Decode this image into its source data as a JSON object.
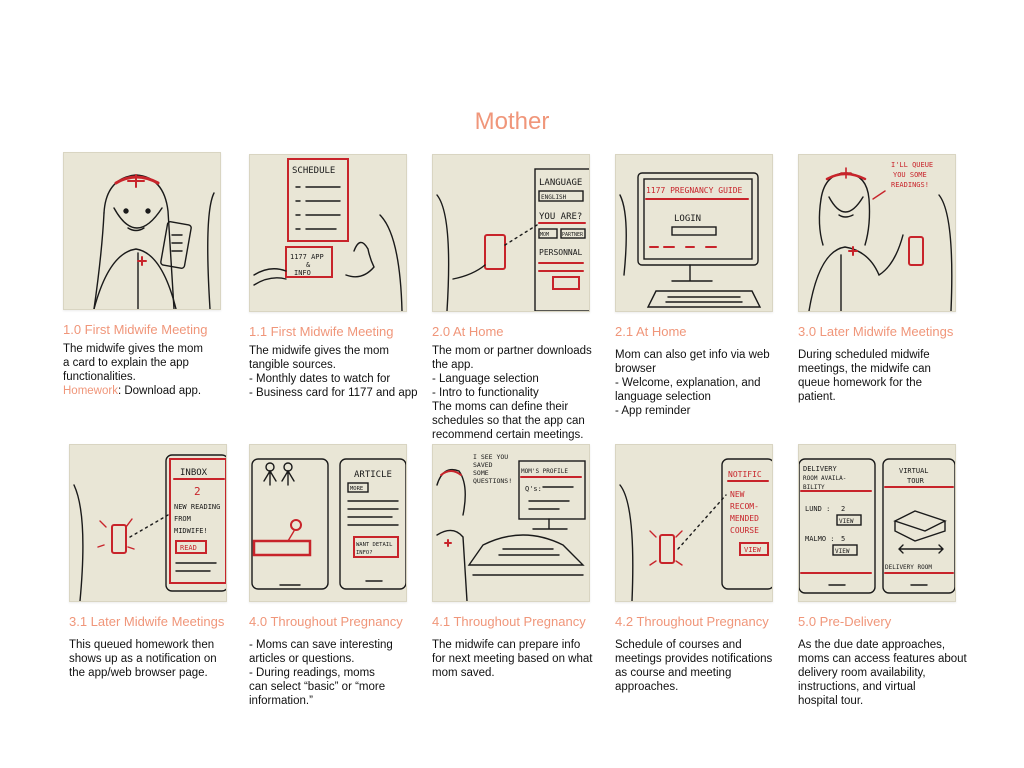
{
  "page": {
    "title": "Mother"
  },
  "panels": [
    {
      "heading": "1.0 First Midwife Meeting",
      "lines": [
        "The midwife gives the mom",
        "a card to explain the app",
        "functionalities."
      ],
      "homework_label": "Homework",
      "homework_text": ": Download app."
    },
    {
      "heading": "1.1 First Midwife Meeting",
      "lines": [
        "The midwife gives the mom",
        "tangible sources.",
        "- Monthly dates to watch for",
        "- Business card for 1177 and app"
      ]
    },
    {
      "heading": "2.0 At Home",
      "lines": [
        "The mom or partner downloads",
        "the app.",
        "- Language selection",
        "- Intro to functionality",
        "The moms can define their",
        "schedules so that the app can",
        "recommend certain meetings."
      ]
    },
    {
      "heading": "2.1 At Home",
      "lines": [
        "Mom can also get info via web",
        "browser",
        "- Welcome, explanation, and",
        "language selection",
        "- App reminder"
      ]
    },
    {
      "heading": "3.0 Later Midwife Meetings",
      "lines": [
        "During scheduled midwife",
        "meetings, the midwife can",
        "queue homework for the",
        "patient."
      ]
    },
    {
      "heading": "3.1 Later Midwife Meetings",
      "lines": [
        "This queued homework then",
        "shows up as a notification on",
        "the app/web browser page."
      ]
    },
    {
      "heading": "4.0 Throughout Pregnancy",
      "lines": [
        "- Moms can save interesting",
        "articles or questions.",
        "- During readings, moms",
        "can select “basic” or “more",
        "information.”"
      ]
    },
    {
      "heading": "4.1 Throughout Pregnancy",
      "lines": [
        "The midwife can prepare info",
        "for next meeting based on what",
        "mom saved."
      ]
    },
    {
      "heading": "4.2 Throughout Pregnancy",
      "lines": [
        "Schedule of courses and",
        "meetings provides notifications",
        "as course and meeting",
        "approaches."
      ]
    },
    {
      "heading": "5.0 Pre-Delivery",
      "lines": [
        "As the due date approaches,",
        "moms can access features about",
        "delivery room availability,",
        "instructions, and virtual",
        "hospital tour."
      ]
    }
  ],
  "sketch_text": {
    "s2_schedule": "SCHEDULE",
    "s2_card1": "1177 APP",
    "s2_card2": "&",
    "s2_card3": "INFO",
    "s3_language": "LANGUAGE",
    "s3_english": "ENGLISH",
    "s3_youare": "YOU ARE?",
    "s3_mom": "MOM",
    "s3_partner": "PARTNER",
    "s3_personal": "PERSONNAL",
    "s4_title": "1177 PREGNANCY GUIDE",
    "s4_login": "LOGIN",
    "s5_bubble1": "I'LL QUEUE",
    "s5_bubble2": "YOU SOME",
    "s5_bubble3": "READINGS!",
    "s6_inbox": "INBOX",
    "s6_count": "2",
    "s6_new": "NEW READING",
    "s6_from": "FROM",
    "s6_midwife": "MIDWIFE!",
    "s6_read": "READ",
    "s7_article": "ARTICLE",
    "s7_more": "MORE",
    "s7_want": "WANT DETAIL",
    "s7_info": "INFO?",
    "s8_bubble1": "I SEE YOU",
    "s8_bubble2": "SAVED",
    "s8_bubble3": "SOME",
    "s8_bubble4": "QUESTIONS!",
    "s8_screen": "MOM'S PROFILE",
    "s8_q": "Q's:",
    "s9_notif": "NOTIFIC",
    "s9_new": "NEW",
    "s9_rec": "RECOM-",
    "s9_rec2": "MENDED",
    "s9_course": "COURSE",
    "s9_view": "VIEW",
    "s10_delivery": "DELIVERY",
    "s10_room": "ROOM AVAILA-",
    "s10_bility": "BILITY",
    "s10_lund": "LUND :",
    "s10_lund_n": "2",
    "s10_malmo": "MALMO :",
    "s10_malmo_n": "5",
    "s10_view": "VIEW",
    "s10_virtual": "VIRTUAL",
    "s10_tour": "TOUR",
    "s10_delroom": "DELIVERY ROOM"
  },
  "colors": {
    "accent": "#f0967a",
    "sketch_red": "#c8242b",
    "ink": "#1a1a1a",
    "paper": "#e9e6d6"
  }
}
